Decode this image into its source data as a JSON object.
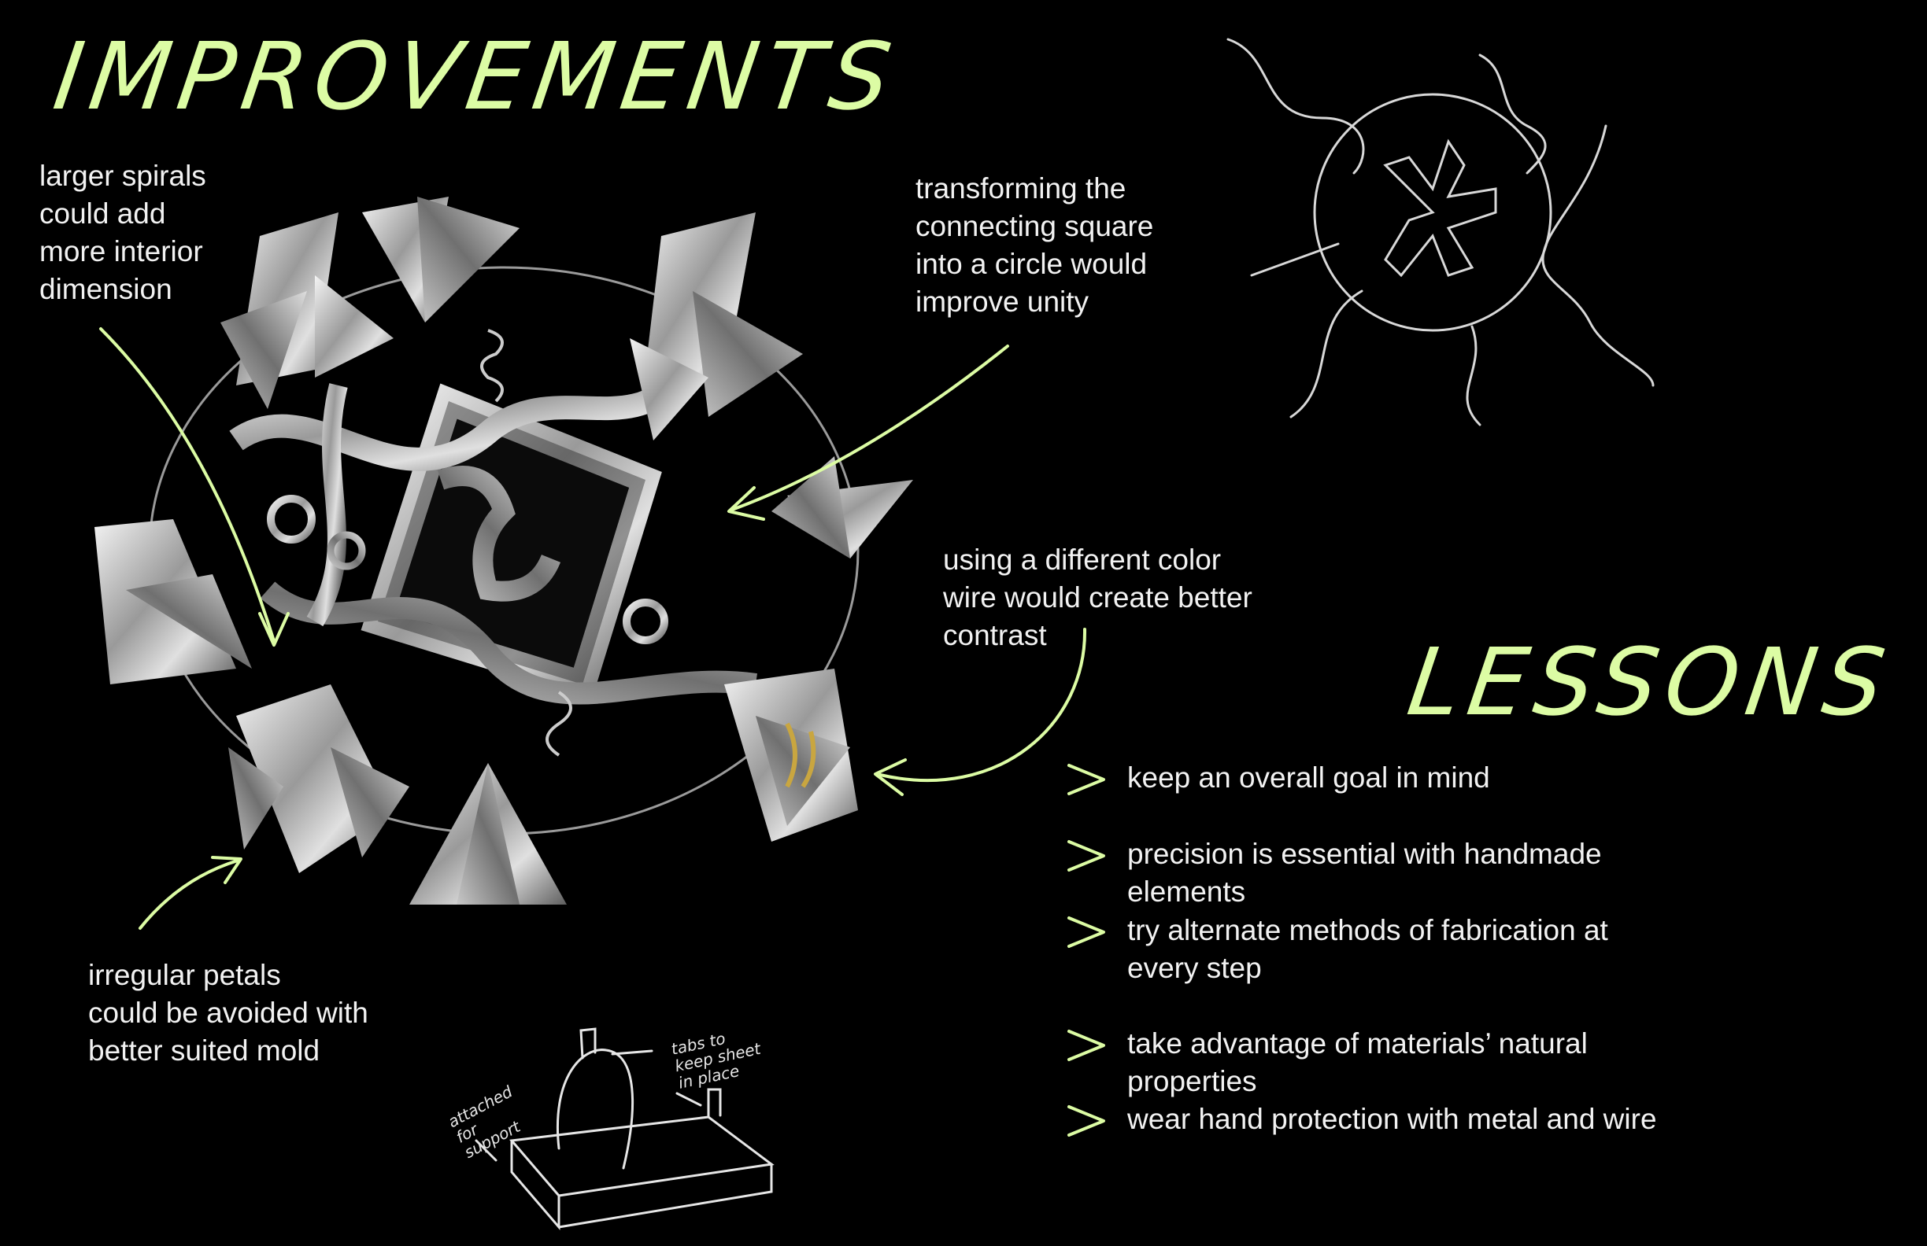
{
  "headings": {
    "improvements": "IMPROVEMENTS",
    "lessons": "LESSONS"
  },
  "notes": {
    "spirals": "larger spirals\ncould add\nmore interior\ndimension",
    "square": "transforming the\nconnecting square\ninto a circle would\nimprove unity",
    "wire": "using a different color\nwire would create better\ncontrast",
    "petals": "irregular petals\ncould be avoided with\nbetter suited mold"
  },
  "lessons": [
    "keep an overall goal in mind",
    "precision is essential with handmade elements",
    "try alternate methods of fabrication at every step",
    "take advantage of materials’ natural properties",
    "wear hand protection with metal and wire"
  ],
  "sketch_labels": {
    "tabs": "tabs to\nkeep sheet\nin place",
    "attached": "attached\nfor\nsupport"
  },
  "colors": {
    "accent": "#dcfca4",
    "text": "#f2f2f2",
    "background": "#000000",
    "metal": "#c9c9c9"
  },
  "images": {
    "sculpture": "metal-flower-sculpture-photo",
    "top_sketch": "wire-circle-sketch",
    "bottom_sketch": "mold-sketch"
  }
}
